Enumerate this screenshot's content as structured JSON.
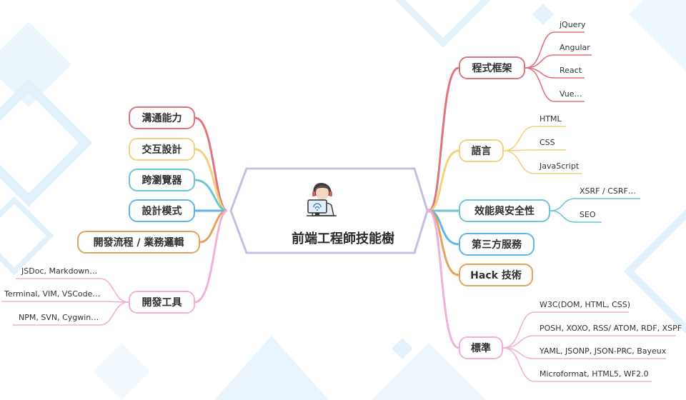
{
  "center": {
    "title": "前端工程師技能樹",
    "icon": "developer-at-computer-icon"
  },
  "colors": {
    "red": "#e0747c",
    "yellow": "#f2d27c",
    "teal": "#6cc6d4",
    "blue": "#5eb5e6",
    "orange": "#e6a15e",
    "pink": "#f1b0d8",
    "purple": "#c8bde3",
    "bg": "#e3f1fb"
  },
  "left": [
    {
      "label": "溝通能力"
    },
    {
      "label": "交互設計"
    },
    {
      "label": "跨瀏覽器"
    },
    {
      "label": "設計模式"
    },
    {
      "label": "開發流程 / 業務邏輯"
    },
    {
      "label": "開發工具",
      "children": [
        "JSDoc, Markdown…",
        "Terminal, VIM, VSCode…",
        "NPM, SVN, Cygwin…"
      ]
    }
  ],
  "right": [
    {
      "label": "程式框架",
      "children": [
        "jQuery",
        "Angular",
        "React",
        "Vue…"
      ]
    },
    {
      "label": "語言",
      "children": [
        "HTML",
        "CSS",
        "JavaScript"
      ]
    },
    {
      "label": "效能與安全性",
      "children": [
        "XSRF / CSRF…",
        "SEO"
      ]
    },
    {
      "label": "第三方服務"
    },
    {
      "label": "Hack 技術"
    },
    {
      "label": "標準",
      "children": [
        "W3C(DOM, HTML, CSS)",
        "POSH, XOXO, RSS/ ATOM, RDF, XSPF",
        "YAML, JSONP, JSON-PRC, Bayeux",
        "Microformat, HTML5, WF2.0"
      ]
    }
  ]
}
